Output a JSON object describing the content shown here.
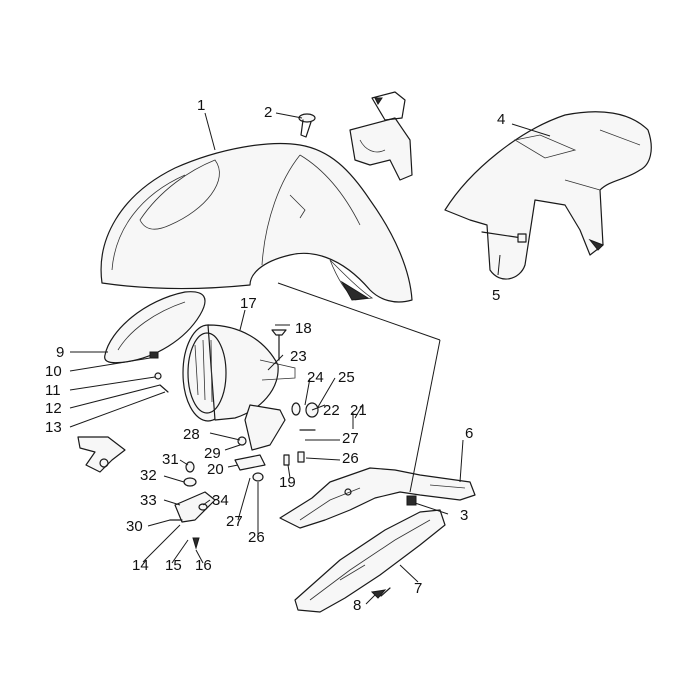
{
  "callouts": {
    "c1": "1",
    "c2": "2",
    "c3": "3",
    "c4": "4",
    "c5": "5",
    "c6": "6",
    "c7": "7",
    "c8": "8",
    "c9": "9",
    "c10": "10",
    "c11": "11",
    "c12": "12",
    "c13": "13",
    "c14": "14",
    "c15": "15",
    "c16": "16",
    "c17": "17",
    "c18": "18",
    "c19": "19",
    "c20": "20",
    "c21": "21",
    "c22": "22",
    "c23": "23",
    "c24": "24",
    "c25": "25",
    "c26a": "26",
    "c26b": "26",
    "c27a": "27",
    "c27b": "27",
    "c28": "28",
    "c29": "29",
    "c30": "30",
    "c31": "31",
    "c32": "32",
    "c33": "33",
    "c34": "34"
  }
}
